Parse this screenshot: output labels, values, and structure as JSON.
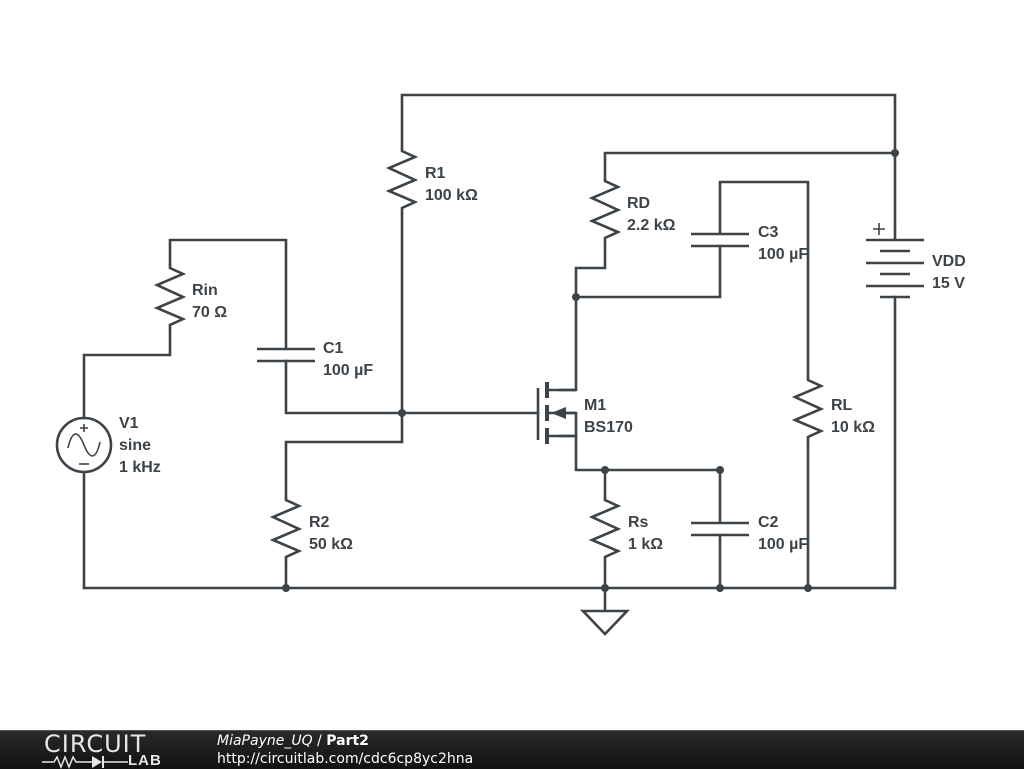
{
  "footer": {
    "logo_top": "CIRCUIT",
    "logo_bottom": "LAB",
    "author": "MiaPayne_UQ",
    "separator": " / ",
    "project": "Part2",
    "url": "http://circuitlab.com/cdc6cp8yc2hna"
  },
  "components": {
    "V1": {
      "name": "V1",
      "type": "sine",
      "value": "1 kHz",
      "icon": "sine-voltage-source-icon"
    },
    "Rin": {
      "name": "Rin",
      "value": "70 Ω",
      "icon": "resistor-icon"
    },
    "C1": {
      "name": "C1",
      "value": "100 µF",
      "icon": "capacitor-icon"
    },
    "R1": {
      "name": "R1",
      "value": "100 kΩ",
      "icon": "resistor-icon"
    },
    "R2": {
      "name": "R2",
      "value": "50 kΩ",
      "icon": "resistor-icon"
    },
    "M1": {
      "name": "M1",
      "value": "BS170",
      "icon": "nmos-transistor-icon"
    },
    "RD": {
      "name": "RD",
      "value": "2.2 kΩ",
      "icon": "resistor-icon"
    },
    "C3": {
      "name": "C3",
      "value": "100 µF",
      "icon": "capacitor-icon"
    },
    "Rs": {
      "name": "Rs",
      "value": "1 kΩ",
      "icon": "resistor-icon"
    },
    "C2": {
      "name": "C2",
      "value": "100 µF",
      "icon": "capacitor-icon"
    },
    "RL": {
      "name": "RL",
      "value": "10 kΩ",
      "icon": "resistor-icon"
    },
    "VDD": {
      "name": "VDD",
      "value": "15 V",
      "icon": "battery-icon"
    }
  },
  "colors": {
    "wire": "#3d4449",
    "footer_bg": "#1a1a1a",
    "footer_text": "#ffffff"
  }
}
